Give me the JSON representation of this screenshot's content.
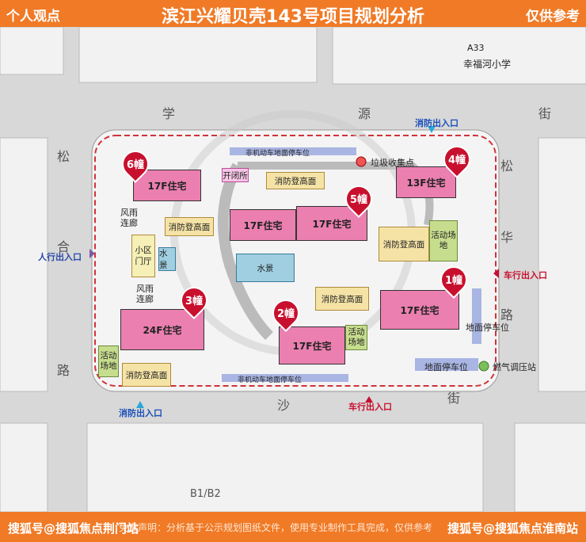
{
  "header": {
    "left": "个人观点",
    "title": "滨江兴耀贝壳143号项目规划分析",
    "right": "仅供参考"
  },
  "map": {
    "top_labels": {
      "a33": "A33",
      "school": "幸福河小学"
    },
    "road_chars": {
      "north": [
        "学",
        "源",
        "街"
      ],
      "west": [
        "松",
        "合",
        "路"
      ],
      "east": [
        "松",
        "华",
        "路"
      ],
      "south": [
        "沙",
        "街"
      ]
    },
    "bottom_label": "B1/B2",
    "buildings": [
      {
        "id": "6",
        "pin": "6幢",
        "label": "17F住宅"
      },
      {
        "id": "4",
        "pin": "4幢",
        "label": "13F住宅"
      },
      {
        "id": "5a",
        "label": "17F住宅"
      },
      {
        "id": "5",
        "pin": "5幢",
        "label": "17F住宅"
      },
      {
        "id": "1",
        "pin": "1幢",
        "label": "17F住宅"
      },
      {
        "id": "3",
        "pin": "3幢",
        "label": "24F住宅"
      },
      {
        "id": "2",
        "pin": "2幢",
        "label": "17F住宅"
      }
    ],
    "facilities": {
      "kaibisuo": "开闭所",
      "fire_top": "消防登高面",
      "fire_left": "消防登高面",
      "fire_right": "消防登高面",
      "fire_mid": "消防登高面",
      "fire_bottom": "消防登高面",
      "activity_right": "活动场地",
      "activity_mid": "活动场地",
      "activity_left": "活动场地",
      "water_small": "水景",
      "water_big": "水景",
      "lobby": "小区门厅",
      "corridor_top": "风雨连廊",
      "corridor_bottom": "风雨连廊",
      "garbage": "垃圾收集点",
      "bike_top": "非机动车地面停车位",
      "bike_bottom": "非机动车地面停车位",
      "parking_right": "地面停车位",
      "parking_bottom": "地面停车位",
      "gas": "燃气调压站"
    },
    "entrances": {
      "fire_north": "消防出入口",
      "fire_south": "消防出入口",
      "pedestrian_west": "人行出入口",
      "vehicle_east": "车行出入口",
      "vehicle_south": "车行出入口"
    }
  },
  "footer": {
    "watermark_left": "搜狐号@搜狐焦点荆门站",
    "disclaimer": "免责声明：分析基于公示规划图纸文件，使用专业制作工具完成，仅供参考",
    "watermark_right": "搜狐号@搜狐焦点淮南站"
  },
  "colors": {
    "header": "#f07a26",
    "residential": "#ea7fb0",
    "fire_area": "#f5e3a6",
    "activity": "#c7dd8e",
    "water": "#9fcfe0",
    "pin": "#c8102e",
    "boundary": "#d0323a"
  }
}
